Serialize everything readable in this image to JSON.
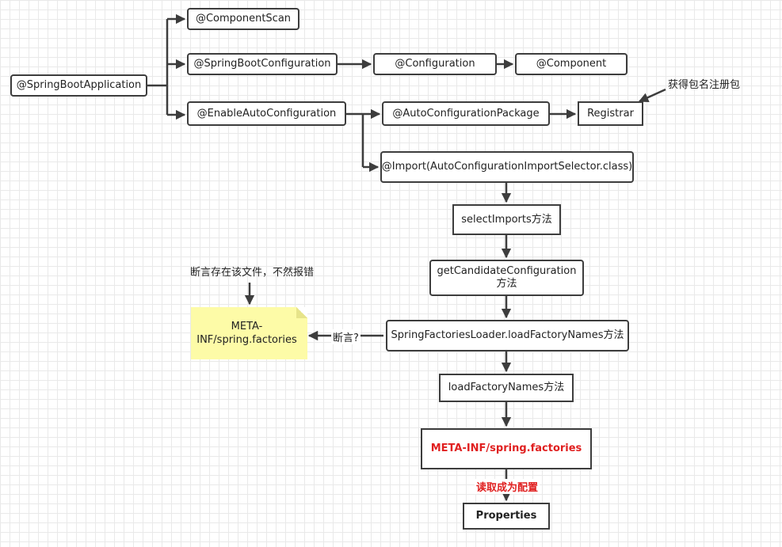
{
  "nodes": {
    "spring_boot_application": "@SpringBootApplication",
    "component_scan": "@ComponentScan",
    "spring_boot_configuration": "@SpringBootConfiguration",
    "configuration": "@Configuration",
    "component": "@Component",
    "enable_auto_configuration": "@EnableAutoConfiguration",
    "auto_configuration_package": "@AutoConfigurationPackage",
    "registrar": "Registrar",
    "import_selector": "@Import(AutoConfigurationImportSelector.class)",
    "select_imports": "selectImports方法",
    "get_candidate_line1": "getCandidateConfiguration",
    "get_candidate_line2": "方法",
    "spring_factories_loader": "SpringFactoriesLoader.loadFactoryNames方法",
    "load_factory_names": "loadFactoryNames方法",
    "meta_inf_red": "META-INF/spring.factories",
    "properties": "Properties"
  },
  "note": {
    "line1": "META-",
    "line2": "INF/spring.factories"
  },
  "labels": {
    "registrar_comment": "获得包名注册包",
    "assert_comment": "断言存在该文件，不然报错",
    "assert_edge": "断言?",
    "read_as_config": "读取成为配置"
  },
  "colors": {
    "highlight": "#e02020",
    "note_fill": "#fdfba7",
    "stroke": "#3d3d3d"
  }
}
